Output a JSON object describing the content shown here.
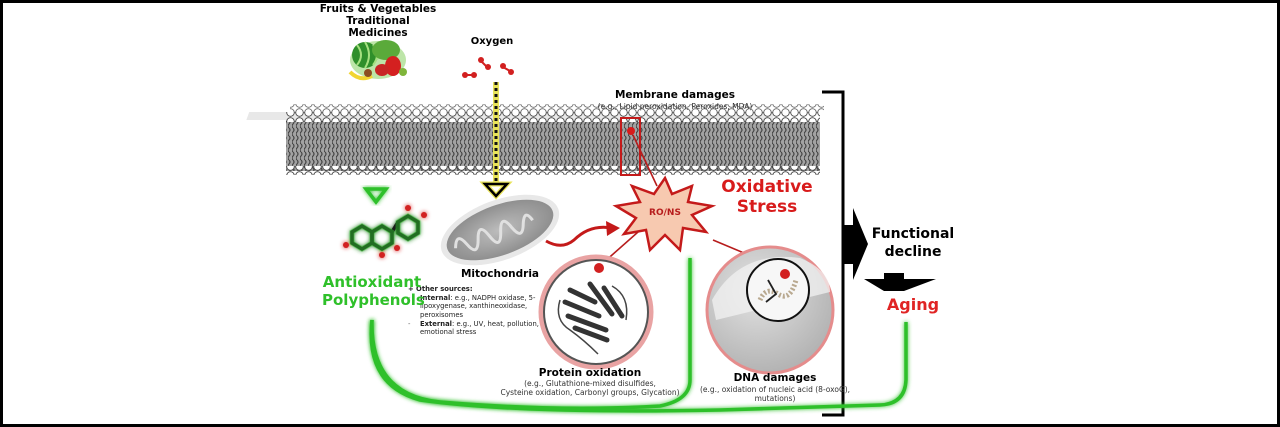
{
  "sources": {
    "food_title_line1": "Fruits & Vegetables",
    "food_title_line2": "Traditional Medicines",
    "oxygen_label": "Oxygen"
  },
  "membrane": {
    "title": "Membrane damages",
    "subtitle": "(e.g., Lipid peroxidation, Peroxides, MDA)"
  },
  "stress": {
    "burst_label": "RO/NS",
    "title_line1": "Oxidative",
    "title_line2": "Stress"
  },
  "mitochondria": {
    "label": "Mitochondria",
    "other_sources_header": "+ Other sources:",
    "internal_label": "Internal",
    "internal_text": ": e.g., NADPH oxidase, 5-lipoxygenase, xanthineoxidase, peroxisomes",
    "external_label": "External",
    "external_text": ": e.g., UV, heat, pollution, emotional stress"
  },
  "antioxidant": {
    "line1": "Antioxidant",
    "line2": "Polyphenols"
  },
  "protein": {
    "title": "Protein oxidation",
    "subtitle_line1": "(e.g., Glutathione-mixed disulfides,",
    "subtitle_line2": "Cysteine oxidation, Carbonyl groups, Glycation)"
  },
  "dna": {
    "title": "DNA damages",
    "subtitle_line1": "(e.g., oxidation of nucleic acid (8-oxoG),",
    "subtitle_line2": "mutations)"
  },
  "outcome": {
    "functional_line1": "Functional",
    "functional_line2": "decline",
    "aging": "Aging"
  },
  "colors": {
    "green": "#2fc02a",
    "red": "#d81b1b",
    "burst_fill": "#f7c9b0",
    "yellow": "#e8e35a"
  },
  "icons": [
    "fruit-vegetable-basket-icon",
    "oxygen-molecule-icon",
    "polyphenol-molecule-icon",
    "mitochondrion-icon",
    "lipid-bilayer-icon",
    "protein-structure-icon",
    "cell-nucleus-dna-icon",
    "burst-icon"
  ]
}
